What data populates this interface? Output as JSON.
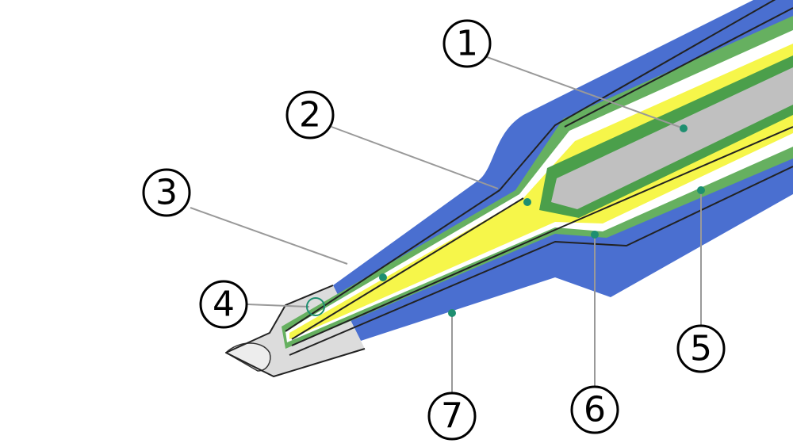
{
  "colors": {
    "sheath": "#4a6fd0",
    "outer_layer": "#66b060",
    "spacer": "#ffffff",
    "core_fill": "#f6f64a",
    "inner_shell": "#4b9f4b",
    "center": "#c0c0c0",
    "tip": "#dcdcdc",
    "marker": "#1e8f70"
  },
  "callouts": [
    {
      "number": "1",
      "part": "layer-1"
    },
    {
      "number": "2",
      "part": "layer-2"
    },
    {
      "number": "3",
      "part": "layer-3"
    },
    {
      "number": "4",
      "part": "layer-4"
    },
    {
      "number": "5",
      "part": "layer-5"
    },
    {
      "number": "6",
      "part": "layer-6"
    },
    {
      "number": "7",
      "part": "layer-7"
    }
  ]
}
